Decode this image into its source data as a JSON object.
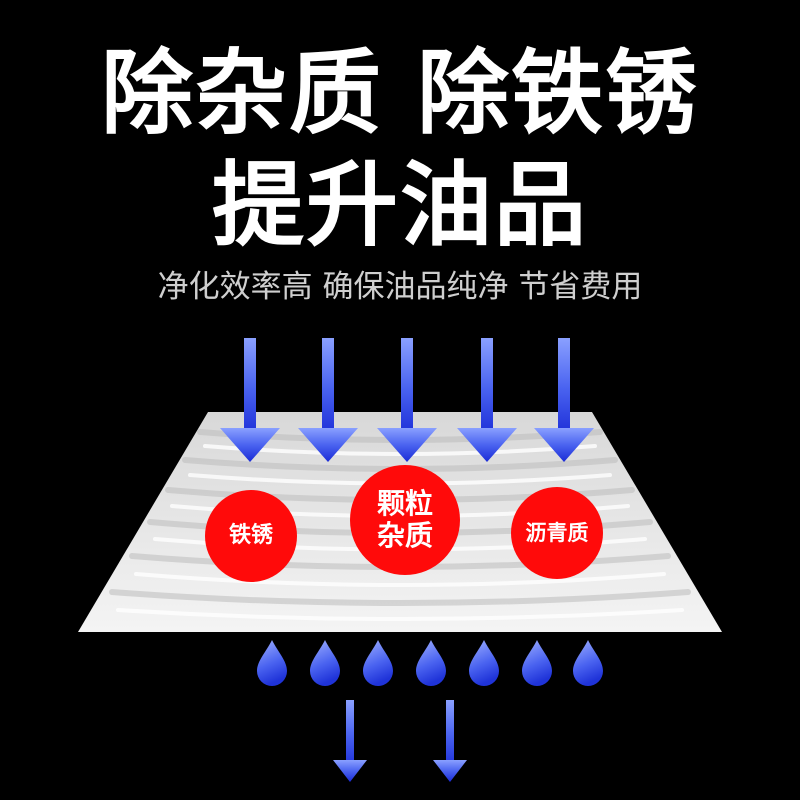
{
  "headline": {
    "line1": "除杂质 除铁锈",
    "line2": "提升油品"
  },
  "subtitle": "净化效率高 确保油品纯净 节省费用",
  "badges": {
    "rust": "铁锈",
    "particles_line1": "颗粒",
    "particles_line2": "杂质",
    "asphalt": "沥青质"
  },
  "colors": {
    "background": "#000000",
    "text": "#ffffff",
    "subtitle": "#cfcfcf",
    "arrow_light": "#6f8bff",
    "arrow_dark": "#1a2bd6",
    "badge": "#ff0a0a",
    "filter": "#eeeeee"
  },
  "icons": {
    "top_arrows": "arrow-down-icon",
    "droplets": "water-drop-icon",
    "bottom_arrows": "arrow-down-icon"
  }
}
